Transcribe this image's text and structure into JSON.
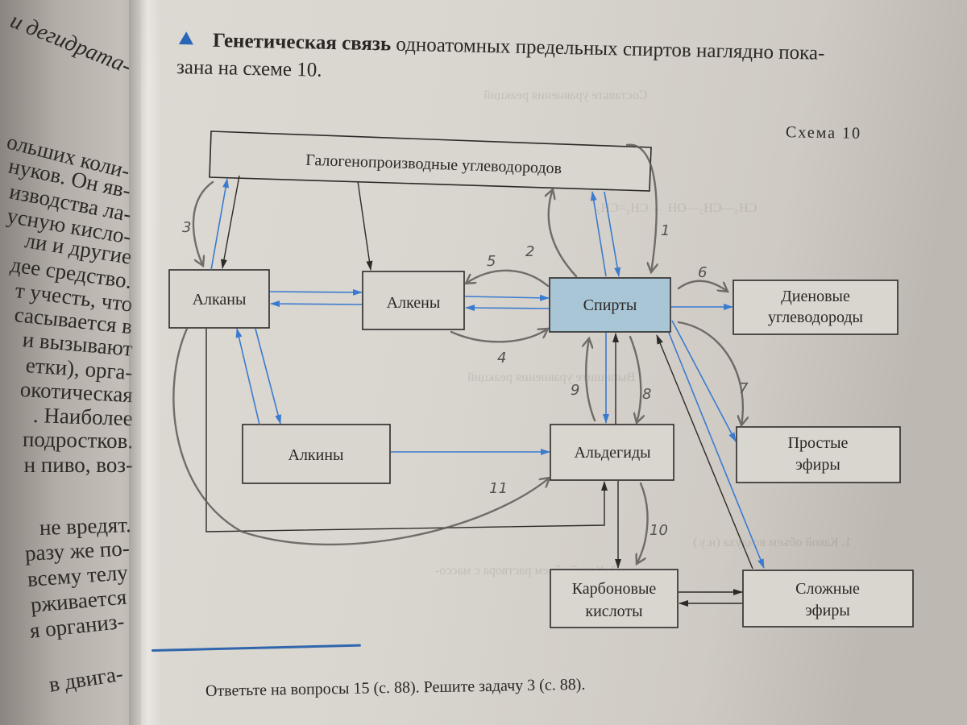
{
  "left_page": {
    "top_fragment": "и дегидрата-",
    "lines": [
      "ольших коли-",
      "нуков. Он яв-",
      "изводства ла-",
      "усную кисло-",
      "ли и другие",
      "дее средство.",
      "т учесть, что",
      "сасывается в",
      "и вызывают",
      "етки), орга-",
      "окотическая",
      ". Наиболее",
      "подростков.",
      "н пиво, воз-",
      "не вредят.",
      "разу же по-",
      "всему телу",
      "рживается",
      "я организ-",
      "в двига-"
    ]
  },
  "intro": {
    "bold": "Генетическая связь",
    "line1_rest": " одноатомных предельных спиртов наглядно пока-",
    "line2": "зана на схеме 10."
  },
  "scheme_label": "Схема 10",
  "diagram": {
    "nodes": {
      "halogen": "Галогенопроизводные углеводородов",
      "alkanes": "Алканы",
      "alkenes": "Алкены",
      "alcohols": "Спирты",
      "dienes_1": "Диеновые",
      "dienes_2": "углеводороды",
      "alkynes": "Алкины",
      "aldehydes": "Альдегиды",
      "ethers_1": "Простые",
      "ethers_2": "эфиры",
      "acids_1": "Карбоновые",
      "acids_2": "кислоты",
      "esters_1": "Сложные",
      "esters_2": "эфиры"
    },
    "handwritten_numbers": [
      "1",
      "2",
      "3",
      "4",
      "5",
      "6",
      "7",
      "8",
      "9",
      "10",
      "11"
    ],
    "highlight_color": "#a9c6d6",
    "arrow_color_blue": "#3a7bd0"
  },
  "footer": "Ответьте на вопросы 15 (с. 88). Решите задачу 3 (с. 88)."
}
